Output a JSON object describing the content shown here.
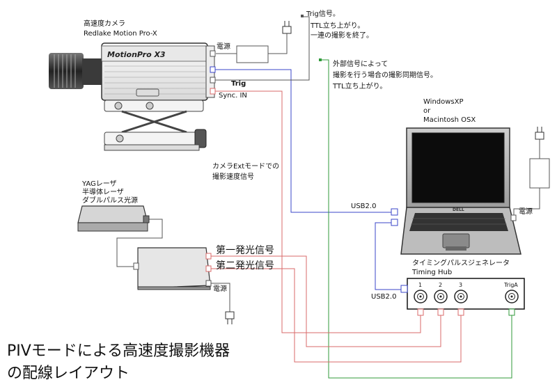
{
  "camera": {
    "name_jp": "高速度カメラ",
    "model": "Redlake Motion Pro-X",
    "body_text": "MotionPro X3",
    "port_power": "電源",
    "port_trig": "Trig",
    "port_sync": "Sync. IN"
  },
  "trig_note": [
    "Trig信号。",
    "TTL立ち上がり。",
    "一連の撮影を終了。"
  ],
  "sync_note": [
    "外部信号によって",
    "撮影を行う場合の撮影同期信号。",
    "TTL立ち上がり。"
  ],
  "computer": {
    "os_lines": [
      "WindowsXP",
      "or",
      "Macintosh OSX"
    ],
    "brand": "DELL",
    "power": "電源",
    "usb": "USB2.0"
  },
  "camera_ext_note": [
    "カメラExtモードでの",
    "撮影速度信号"
  ],
  "laser": {
    "names": [
      "YAGレーザ",
      "半導体レーザ",
      "ダブルパルス光源"
    ],
    "signal1": "第一発光信号",
    "signal2": "第二発光信号",
    "power": "電源"
  },
  "timing_hub": {
    "name_jp": "タイミングパルスジェネレータ",
    "name_en": "Timing Hub",
    "usb": "USB2.0",
    "connectors": [
      "1",
      "2",
      "3",
      "TrigA"
    ]
  },
  "title": {
    "line1": "PIVモードによる高速度撮影機器",
    "line2": "の配線レイアウト"
  },
  "colors": {
    "blue_wire": "#3a44c8",
    "red_wire": "#d86a6a",
    "green_wire": "#2f9a3a",
    "gray_wire": "#555555"
  }
}
